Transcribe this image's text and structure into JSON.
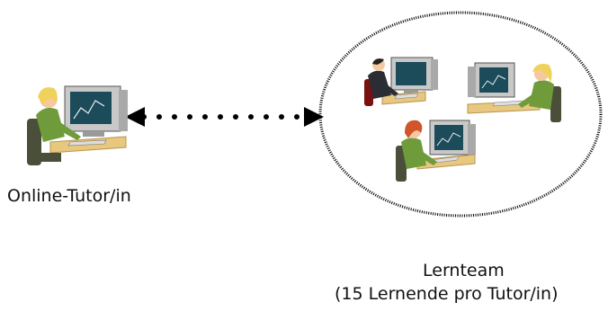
{
  "diagram": {
    "tutor": {
      "label": "Online-Tutor/in",
      "icon": "person-at-computer-icon"
    },
    "team": {
      "label_line1": "Lernteam",
      "label_line2": "(15 Lernende pro Tutor/in)",
      "member_icons": [
        "man-at-computer-icon",
        "woman-at-computer-icon",
        "woman-at-computer-icon"
      ]
    },
    "connector": {
      "style": "dotted",
      "direction": "bidirectional"
    },
    "colors": {
      "monitor": "#c8c8c8",
      "screen": "#1c4b5a",
      "desk": "#e8c77f",
      "chair": "#4a4f3a",
      "hair_blonde": "#f0d25a",
      "hair_red": "#d0552a",
      "shirt_green": "#6f9b3b",
      "shirt_dark": "#2c2c34",
      "skin": "#f4c9a0",
      "line": "#000000"
    }
  }
}
